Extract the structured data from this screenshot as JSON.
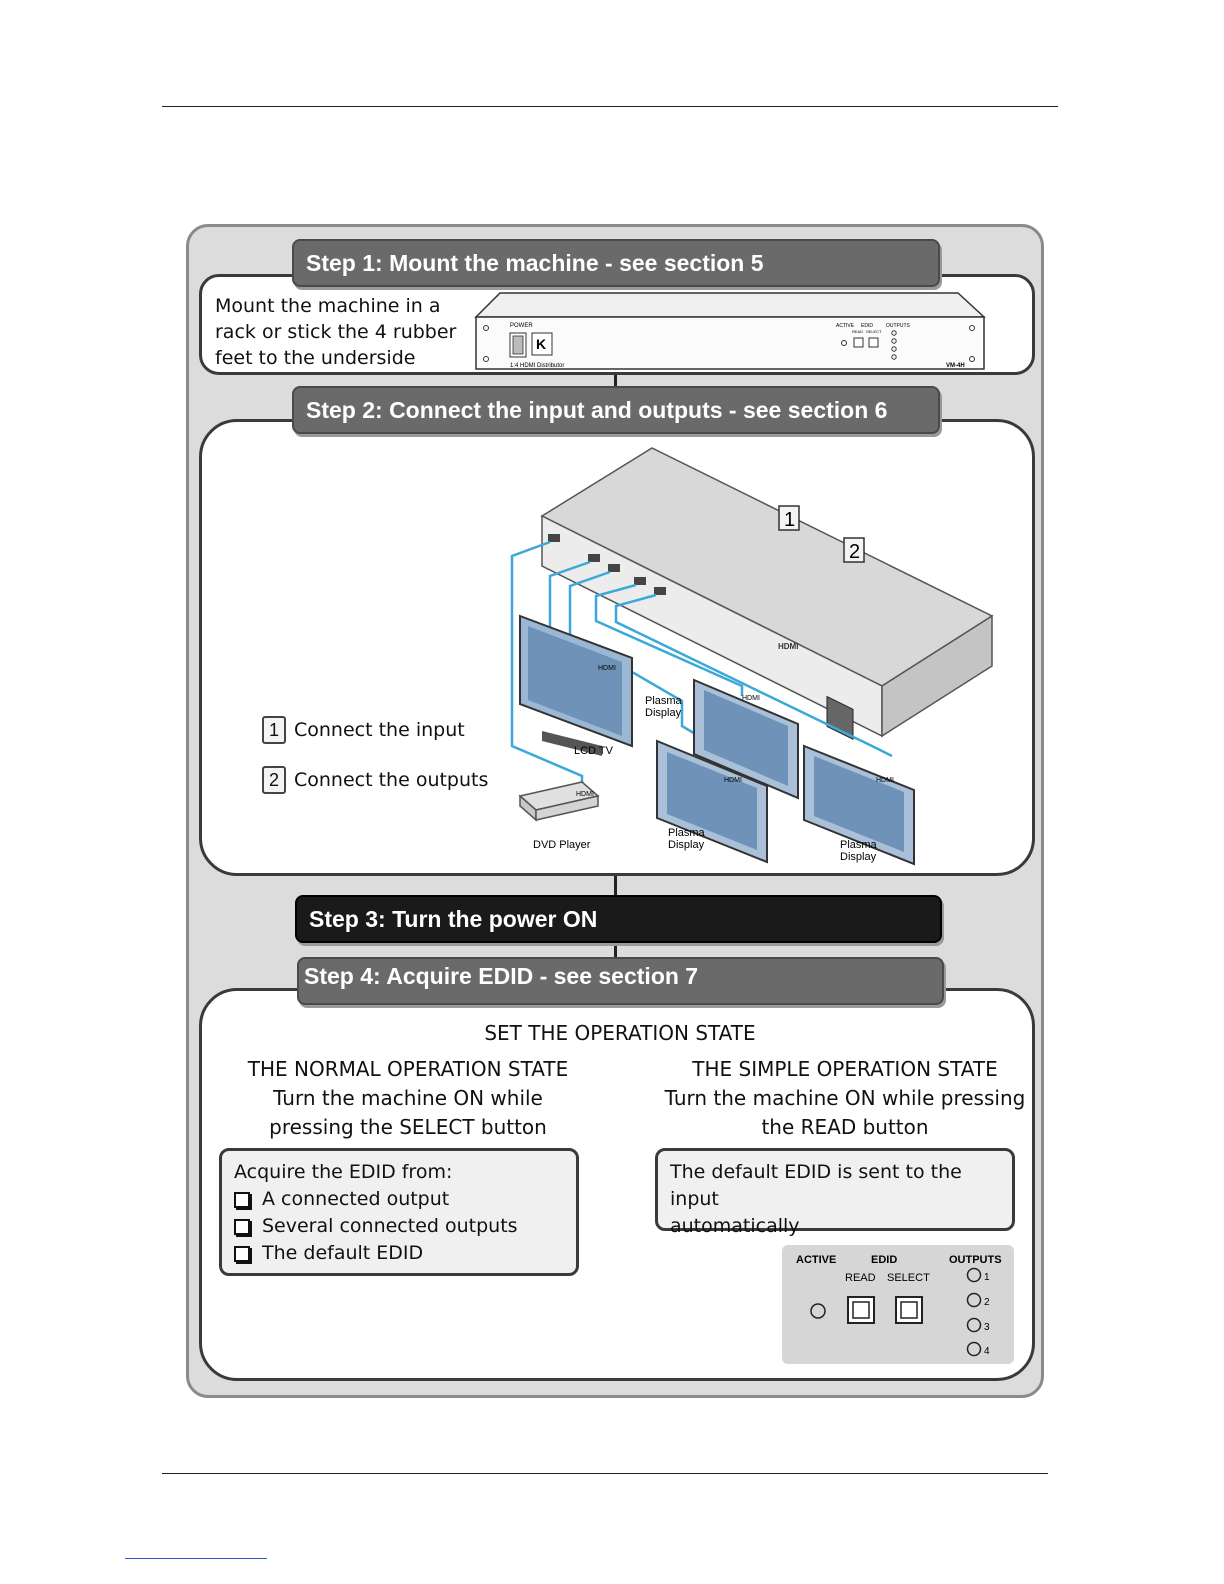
{
  "step1": {
    "title": "Step 1: Mount the machine - see section 5",
    "description_lines": [
      "Mount the machine in a",
      "rack or stick the 4 rubber",
      "feet to the underside"
    ],
    "device": {
      "power_label": "POWER",
      "active_label": "ACTIVE",
      "edid_label": "EDID",
      "read_label": "READ",
      "select_label": "SELECT",
      "outputs_label": "OUTPUTS",
      "product_text": "1:4 HDMI Distributor",
      "model": "VM-4H"
    }
  },
  "step2": {
    "title": "Step 2: Connect the input and outputs - see section 6",
    "legend": [
      {
        "num": "1",
        "text": "Connect the input"
      },
      {
        "num": "2",
        "text": "Connect the outputs"
      }
    ],
    "callouts": [
      "1",
      "2"
    ],
    "diagram_labels": {
      "hdmi": "HDMI",
      "lcd_tv": "LCD TV",
      "dvd_player": "DVD Player",
      "plasma_line1": "Plasma",
      "plasma_line2": "Display"
    }
  },
  "step3": {
    "title": "Step 3: Turn the power ON"
  },
  "step4": {
    "title": "Step 4: Acquire EDID - see section 7",
    "heading": "SET THE OPERATION STATE",
    "normal": {
      "title": "THE NORMAL OPERATION STATE",
      "line1": "Turn the machine ON while",
      "line2": "pressing the SELECT button",
      "box_title": "Acquire the EDID from:",
      "items": [
        "A connected output",
        "Several connected outputs",
        "The default EDID"
      ]
    },
    "simple": {
      "title": "THE SIMPLE OPERATION STATE",
      "line1": "Turn the machine ON while pressing",
      "line2": "the READ button",
      "box_line1": "The default EDID is sent to the input",
      "box_line2": "automatically"
    },
    "panel": {
      "active": "ACTIVE",
      "edid": "EDID",
      "outputs": "OUTPUTS",
      "read": "READ",
      "select": "SELECT",
      "output_numbers": [
        "1",
        "2",
        "3",
        "4"
      ]
    }
  }
}
